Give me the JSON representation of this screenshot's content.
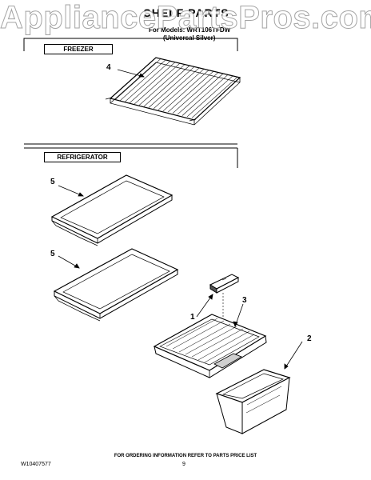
{
  "watermark": "AppliancePartsPros.com",
  "title": "SHELF PARTS",
  "subtitle_line1": "For Models: WRT106TFDW",
  "subtitle_line2": "(Universal Silver)",
  "sections": {
    "freezer": "FREEZER",
    "refrigerator": "REFRIGERATOR"
  },
  "callouts": [
    "4",
    "5",
    "5",
    "1",
    "3",
    "2"
  ],
  "footer": {
    "ordering_note": "FOR ORDERING INFORMATION REFER TO PARTS PRICE LIST",
    "doc_number": "W10407577",
    "page_number": "9"
  }
}
